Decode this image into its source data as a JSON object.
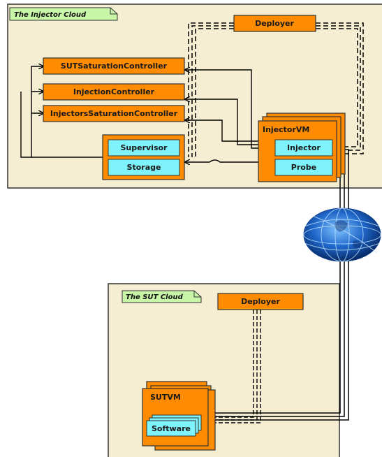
{
  "injector_cloud": {
    "title": "The Injector Cloud",
    "deployer": "Deployer",
    "controllers": [
      "SUTSaturationController",
      "InjectionController",
      "InjectorsSaturationController"
    ],
    "supervisor": "Supervisor",
    "storage": "Storage",
    "vm": {
      "title": "InjectorVM",
      "injector": "Injector",
      "probe": "Probe"
    }
  },
  "sut_cloud": {
    "title": "The SUT Cloud",
    "deployer": "Deployer",
    "vm": {
      "title": "SUTVM",
      "software": "Software"
    }
  },
  "colors": {
    "cloud_bg": "#f5eed3",
    "component": "#ff8c00",
    "inner": "#7ff3fb",
    "title_tab": "#c9f5a8",
    "network": "#1e5fbf"
  },
  "icons": {
    "network": "globe-icon"
  }
}
